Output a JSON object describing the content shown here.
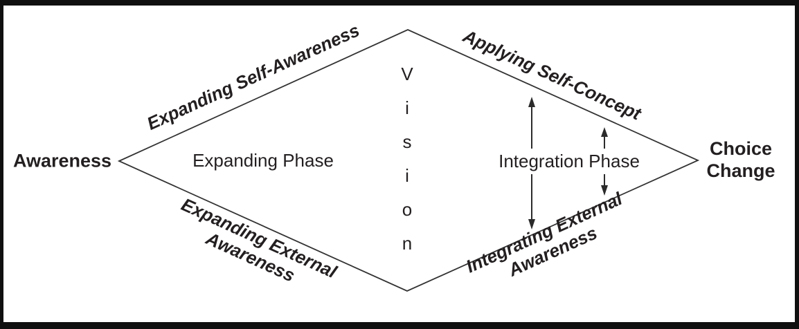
{
  "colors": {
    "ink": "#231f20",
    "line": "#333333",
    "frame": "#101010",
    "background": "#ffffff"
  },
  "diamond": {
    "left_vertex_label": "Awareness",
    "right_vertex_label_line1": "Choice",
    "right_vertex_label_line2": "Change",
    "top_left_edge_label": "Expanding Self-Awareness",
    "top_right_edge_label": "Applying Self-Concept",
    "bottom_left_edge_label_line1": "Expanding External",
    "bottom_left_edge_label_line2": "Awareness",
    "bottom_right_edge_label_line1": "Integrating External",
    "bottom_right_edge_label_line2": "Awareness",
    "left_phase_label": "Expanding Phase",
    "right_phase_label": "Integration Phase",
    "center_word": "Vision",
    "center_word_letters": [
      "V",
      "i",
      "s",
      "i",
      "o",
      "n"
    ]
  }
}
